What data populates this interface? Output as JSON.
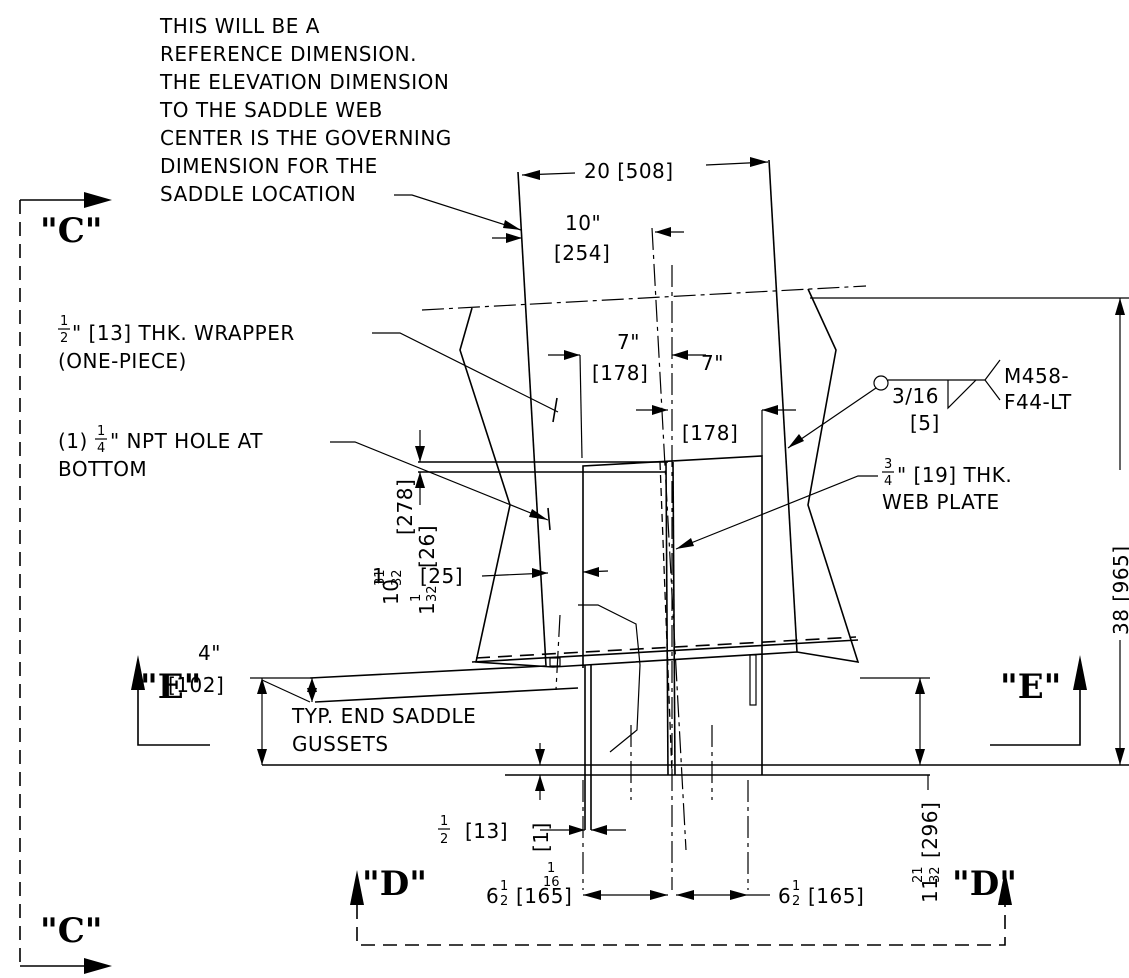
{
  "note_reference": [
    "THIS WILL BE A",
    "REFERENCE DIMENSION.",
    "THE ELEVATION DIMENSION",
    "TO THE SADDLE WEB",
    "CENTER IS THE GOVERNING",
    "DIMENSION FOR THE",
    "SADDLE LOCATION"
  ],
  "section_marks": {
    "c_top": "\"C\"",
    "c_bottom": "\"C\"",
    "e_left": "\"E\"",
    "e_right": "\"E\"",
    "d_left": "\"D\"",
    "d_right": "\"D\""
  },
  "dimensions": {
    "overall_width": "20 [508]",
    "half_width_in": "10\"",
    "half_width_mm": "[254]",
    "web_left_in": "7\"",
    "web_left_mm": "[178]",
    "web_right_in": "7\"",
    "web_right_mm": "[178]",
    "overall_height": "38 [965]",
    "gusset_height_in": "10",
    "gusset_height_frac_num": "31",
    "gusset_height_frac_den": "32",
    "gusset_height_mm": "[278]",
    "top_offset_in": "1",
    "top_offset_frac_num": "1",
    "top_offset_frac_den": "32",
    "top_offset_mm": "[26]",
    "inset_in": "1",
    "inset_mm": "[25]",
    "side_in": "4\"",
    "side_mm": "[102]",
    "base_thk_frac_num": "1",
    "base_thk_frac_den": "2",
    "base_thk_mm": "[13]",
    "base_small_frac": "1",
    "base_small_den": "16",
    "base_small_mm": "[1]",
    "bottom_left_whole": "6",
    "bottom_left_frac_num": "1",
    "bottom_left_frac_den": "2",
    "bottom_left_mm": "[165]",
    "bottom_right_whole": "6",
    "bottom_right_frac_num": "1",
    "bottom_right_frac_den": "2",
    "bottom_right_mm": "[165]",
    "right_low_in": "11",
    "right_low_frac_num": "21",
    "right_low_frac_den": "32",
    "right_low_mm": "[296]"
  },
  "callouts": {
    "wrapper_frac_num": "1",
    "wrapper_frac_den": "2",
    "wrapper_line1": "\" [13] THK. WRAPPER",
    "wrapper_line2": "(ONE-PIECE)",
    "hole_line1_pre": "(1)",
    "hole_frac_num": "1",
    "hole_frac_den": "4",
    "hole_line1_post": "\" NPT HOLE AT",
    "hole_line2": "BOTTOM",
    "web_frac_num": "3",
    "web_frac_den": "4",
    "web_line1": "\" [19] THK.",
    "web_line2": "WEB PLATE",
    "gusset_line1": "TYP. END SADDLE",
    "gusset_line2": "GUSSETS"
  },
  "weld": {
    "size": "3/16",
    "size_mm": "[5]",
    "spec_line1": "M458-",
    "spec_line2": "F44-LT"
  }
}
